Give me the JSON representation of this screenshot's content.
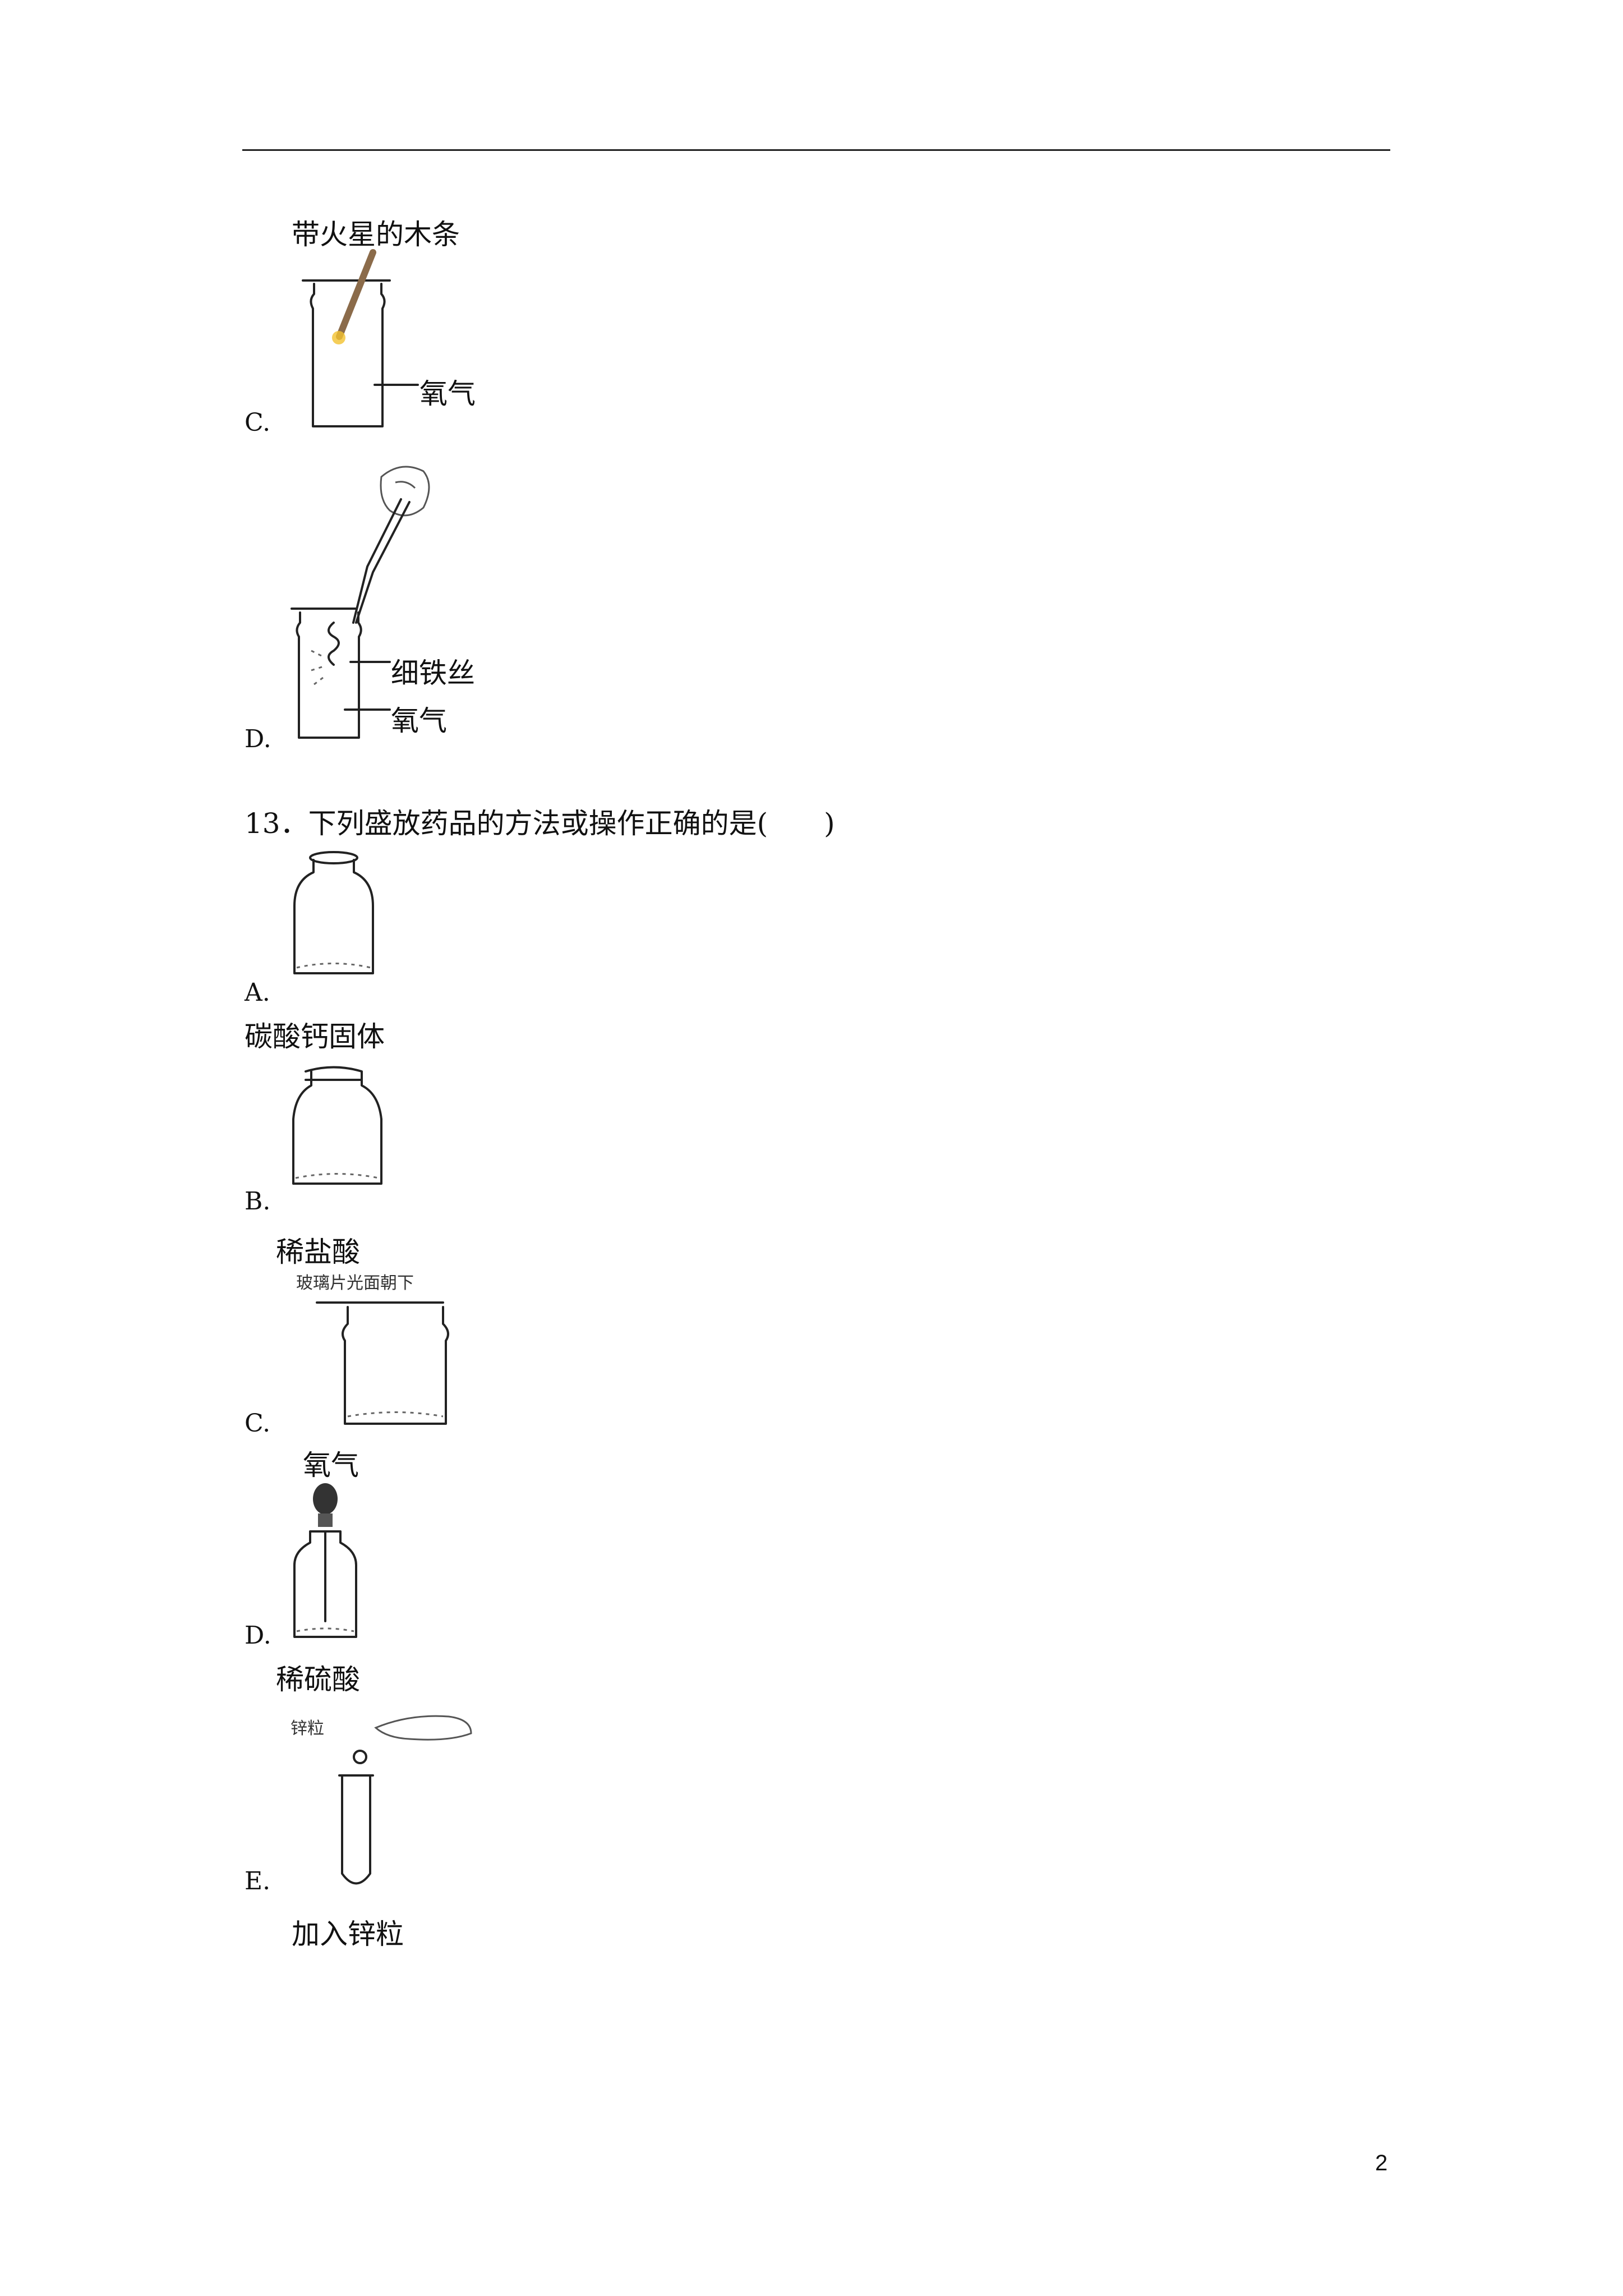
{
  "figure_c_top": {
    "label_top": "带火星的木条",
    "label_side": "氧气",
    "option": "C."
  },
  "figure_d_top": {
    "label_wire": "细铁丝",
    "label_gas": "氧气",
    "option": "D."
  },
  "question_13": {
    "text": "13．下列盛放药品的方法或操作正确的是(　　)",
    "options": [
      {
        "letter": "A.",
        "caption": "碳酸钙固体"
      },
      {
        "letter": "B.",
        "caption": "稀盐酸"
      },
      {
        "letter": "C.",
        "caption": "氧气",
        "top_note": "玻璃片光面朝下"
      },
      {
        "letter": "D.",
        "caption": "稀硫酸"
      },
      {
        "letter": "E.",
        "caption": "加入锌粒",
        "top_note": "锌粒"
      }
    ]
  },
  "page_number": "2"
}
